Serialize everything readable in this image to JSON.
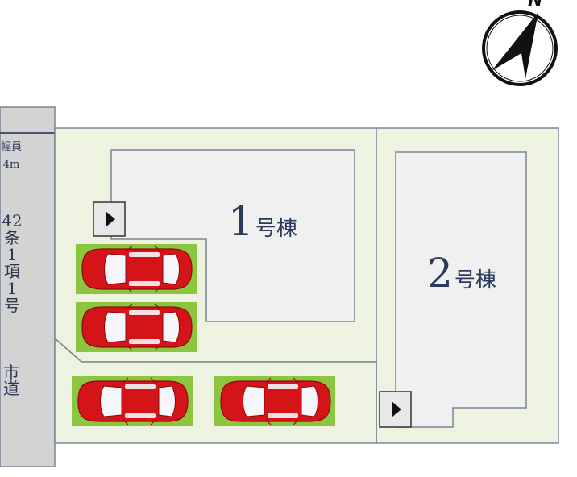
{
  "road": {
    "width_label": "幅員",
    "width_value": "4m",
    "article": "42\n条\n1\n項\n1\n号",
    "type": "市道"
  },
  "buildings": [
    {
      "number": "1",
      "suffix": "号棟"
    },
    {
      "number": "2",
      "suffix": "号棟"
    }
  ],
  "compass": {
    "label": "N"
  },
  "colors": {
    "lot_fill": "#eef2e1",
    "building_fill": "#f0f0f0",
    "road_fill": "#d3d3d3",
    "car_red": "#d41418",
    "parking_green": "#8cc63f",
    "outline": "#7b8596"
  },
  "icons": [
    "entrance-arrow-icon",
    "car-icon",
    "north-arrow-icon"
  ]
}
